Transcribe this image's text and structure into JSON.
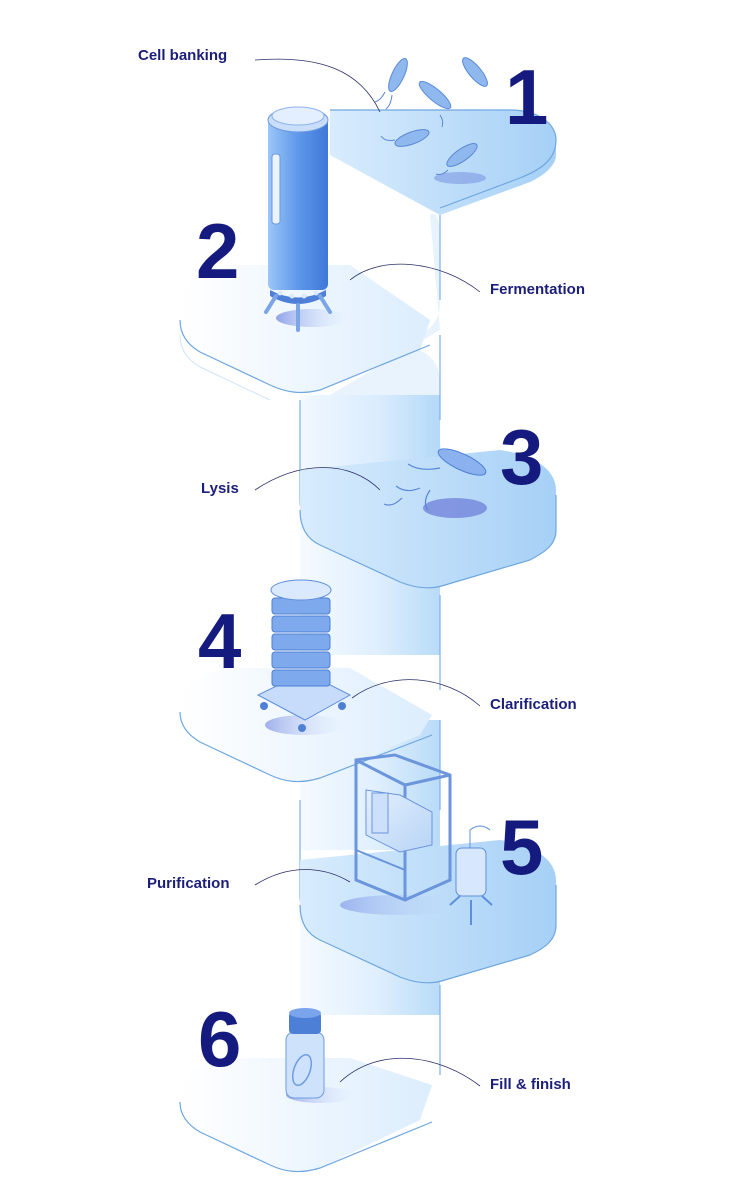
{
  "steps": [
    {
      "number": "1",
      "label": "Cell banking",
      "icon": "bacteria-icon"
    },
    {
      "number": "2",
      "label": "Fermentation",
      "icon": "bioreactor-tank-icon"
    },
    {
      "number": "3",
      "label": "Lysis",
      "icon": "lysed-cell-icon"
    },
    {
      "number": "4",
      "label": "Clarification",
      "icon": "filter-stack-icon"
    },
    {
      "number": "5",
      "label": "Purification",
      "icon": "chromatography-skid-icon"
    },
    {
      "number": "6",
      "label": "Fill & finish",
      "icon": "vial-icon"
    }
  ],
  "colors": {
    "number": "#151a7e",
    "label": "#1c1f7a",
    "platform_light": "#eef6fe",
    "platform_dark": "#a9d3f7",
    "outline": "#6fa7df",
    "equipment": "#5b97e8"
  }
}
